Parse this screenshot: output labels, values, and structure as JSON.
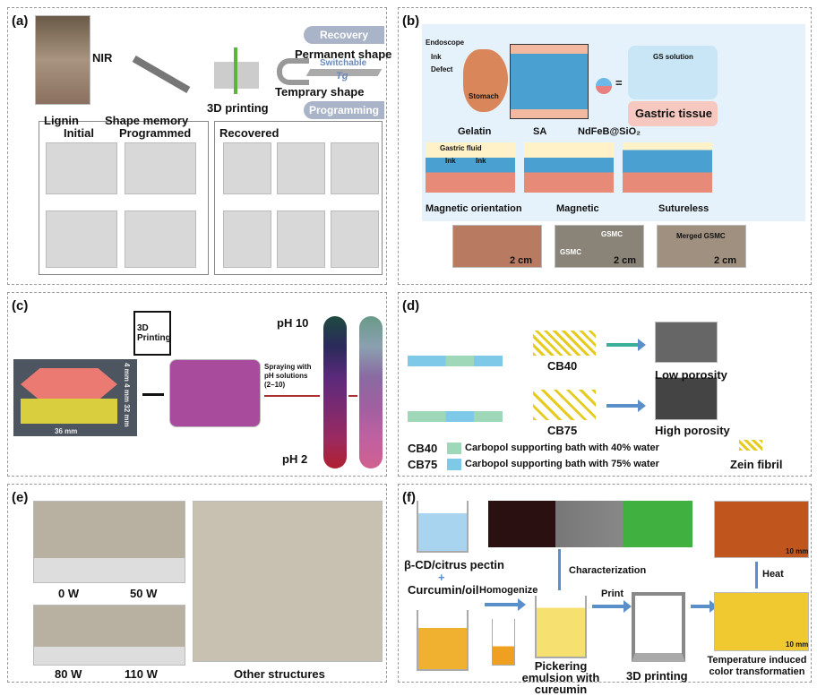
{
  "panel_a": {
    "label": "(a)",
    "lignin": "Lignin",
    "nir": "NIR",
    "shape_memory": "Shape memory",
    "printing": "3D printing",
    "recovery": "Recovery",
    "programming": "Programming",
    "permanent": "Permanent shape",
    "temporary": "Temprary shape",
    "switchable": "Switchable",
    "tg": "Tg",
    "initial": "Initial",
    "programmed": "Programmed",
    "recovered": "Recovered"
  },
  "panel_b": {
    "label": "(b)",
    "endoscope": "Endoscope",
    "ink": "Ink",
    "defect": "Defect",
    "stomach": "Stomach",
    "gs_solution": "GS solution",
    "gastric_tissue": "Gastric tissue",
    "gelatin": "Gelatin",
    "sa": "SA",
    "ndfeb": "NdFeB@SiO₂",
    "gastric_fluid": "Gastric fluid",
    "ink1": "Ink",
    "ink2": "Ink",
    "step1": "Magnetic orientation",
    "step2": "Magnetic",
    "step3": "Sutureless",
    "gsmc1": "GSMC",
    "gsmc2": "GSMC",
    "merged": "Merged GSMC",
    "scale": "2 cm"
  },
  "panel_c": {
    "label": "(c)",
    "printing": "3D\nPrinting",
    "dim_w": "36 mm",
    "dim_h": "4 mm 4 mm 32 mm",
    "spraying": "Spraying with pH solutions (2–10)",
    "ph10": "pH 10",
    "ph2": "pH 2"
  },
  "panel_d": {
    "label": "(d)",
    "cb40": "CB40",
    "cb75": "CB75",
    "low": "Low porosity",
    "high": "High porosity",
    "legend_cb40": "Carbopol supporting bath with 40% water",
    "legend_cb75": "Carbopol supporting bath with 75% water",
    "zein": "Zein fibril",
    "color_cb40": "#9fd8b8",
    "color_cb75": "#7ec8e8"
  },
  "panel_e": {
    "label": "(e)",
    "p0": "0 W",
    "p50": "50 W",
    "p80": "80 W",
    "p110": "110 W",
    "other": "Other structures"
  },
  "panel_f": {
    "label": "(f)",
    "pectin": "β-CD/citrus pectin",
    "plus": "+",
    "curcumin": "Curcumin/oil",
    "homogenize": "Homogenize",
    "characterization": "Characterization",
    "print": "Print",
    "pickering": "Pickering emulsion with cureumin",
    "printing": "3D printing",
    "heat": "Heat",
    "temperature": "Temperature induced color transformatien",
    "scale": "10 mm"
  }
}
